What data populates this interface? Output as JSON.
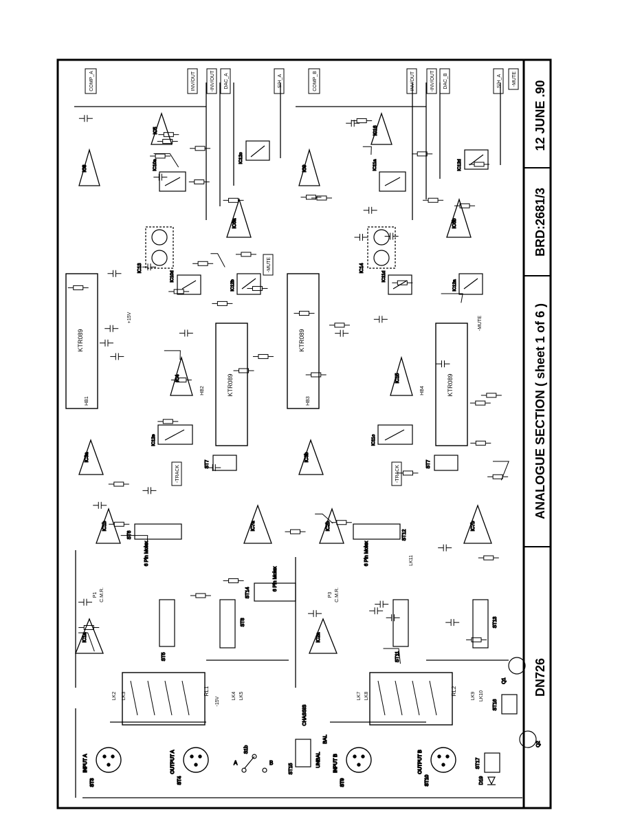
{
  "title_block": {
    "title": "ANALOGUE SECTION ( sheet 1 of 6 )",
    "model": "DN726",
    "board": "BRD:2681/3",
    "date": "12 JUNE .90"
  },
  "connectors": {
    "input_a": "INPUT A",
    "output_a": "OUTPUT A",
    "input_b": "INPUT B",
    "output_b": "OUTPUT B",
    "st3": "ST3",
    "st4": "ST4",
    "st9": "ST9",
    "st10": "ST10",
    "st5": "ST5",
    "st8": "ST8",
    "st11": "ST11",
    "st13": "ST13",
    "st6": "ST6",
    "st12": "ST12",
    "st7a": "ST7",
    "st7b": "ST7",
    "st14": "ST14",
    "st15": "ST15",
    "st16": "ST16",
    "st17": "ST17",
    "six_pin_molex": "6 Pin Molex",
    "chassis": "CHASSIS",
    "bal": "BAL",
    "unbal": "UNBAL"
  },
  "signals": {
    "comp_a": "COMP_A",
    "comp_b": "COMP_B",
    "inv_out_a": "INV/OUT",
    "inv_out_b": "INV/OUT",
    "ninv_out_a": "-INV/OUT",
    "ninv_out_b": "-INV/OUT",
    "dac_a": "DAC_A",
    "dac_b": "DAC_B",
    "sh_a_1": "S/H_A",
    "sh_a_2": "S/H_A",
    "mute_1": "-MUTE",
    "mute_2": "-MUTE",
    "mute_3": "-MUTE",
    "track_1": "-TRACK",
    "track_2": "-TRACK"
  },
  "chips": {
    "ktr_1": "KTR089",
    "ktr_2": "KTR089",
    "ktr_3": "KTR089",
    "ktr_4": "KTR089",
    "hb1": "HB1",
    "hb2": "HB2",
    "hb3": "HB3",
    "hb4": "HB4",
    "rl1": "RL1",
    "rl2": "RL2",
    "ic1a": "IC1a",
    "ic1b": "IC1b",
    "ic2a": "IC2a",
    "ic2b": "IC2b",
    "ic3a": "IC3a",
    "ic3b": "IC3b",
    "ic4": "IC4",
    "ic5": "IC5",
    "ic6a": "IC6a",
    "ic6b": "IC6b",
    "ic7a": "IC7a",
    "ic7b": "IC7b",
    "ic8": "IC8",
    "ic9": "IC9",
    "ic15": "IC15",
    "ic16": "IC16",
    "ic10a": "IC10a",
    "ic10d": "IC10d",
    "ic11a": "IC11a",
    "ic11c": "IC11c",
    "ic11d": "IC11d",
    "ic12a": "IC12a",
    "ic12b": "IC12b",
    "ic12c": "IC12c",
    "ic12d": "IC12d",
    "ic12e": "IC12e",
    "ic13": "IC13",
    "ic14": "IC14",
    "q1": "Q1",
    "q2": "Q2",
    "d19": "D19"
  },
  "misc_labels": {
    "cmr_a": "C.M.R.",
    "cmr_b": "C.M.R.",
    "p1": "P1",
    "p3": "P3",
    "plus15": "+15V",
    "minus15": "-15V",
    "lk3": "LK3",
    "lk2": "LK2",
    "lk4": "LK4",
    "lk5": "LK5",
    "lk7": "LK7",
    "lk8": "LK8",
    "lk9": "LK9",
    "lk10": "LK10",
    "lk11": "LK11",
    "sa": "A",
    "sb": "B",
    "s1b": "S1b"
  }
}
